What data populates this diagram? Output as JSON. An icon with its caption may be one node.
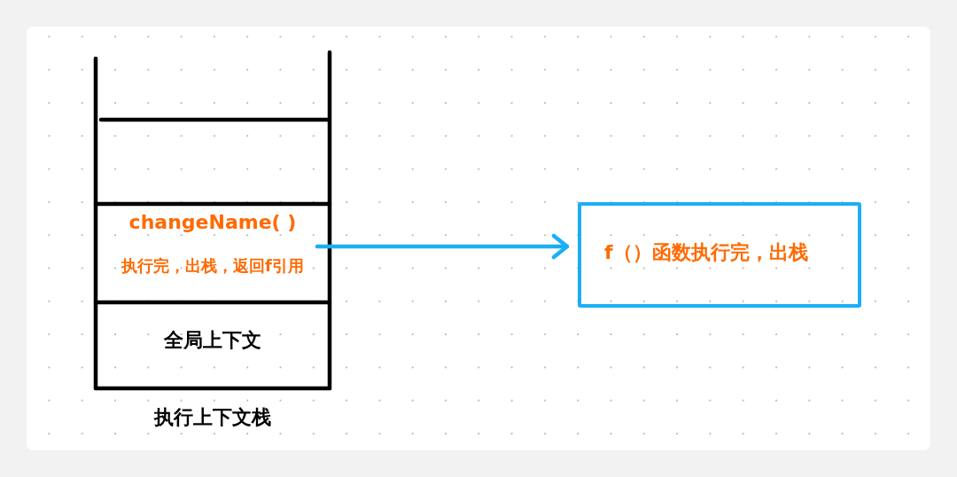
{
  "diagram": {
    "nodes": [
      {
        "text": [
          "执行上下文栈"
        ]
      },
      {
        "text": [
          "changeName( )",
          "执行完，出栈，返回f引用"
        ],
        "in": 0
      },
      {
        "text": [
          "全局上下文"
        ],
        "in": 0
      },
      {
        "text": [
          "f（）函数执行完，出栈"
        ]
      }
    ],
    "edges": [
      {
        "from": 1,
        "to": 3,
        "arrow": "to"
      }
    ]
  }
}
